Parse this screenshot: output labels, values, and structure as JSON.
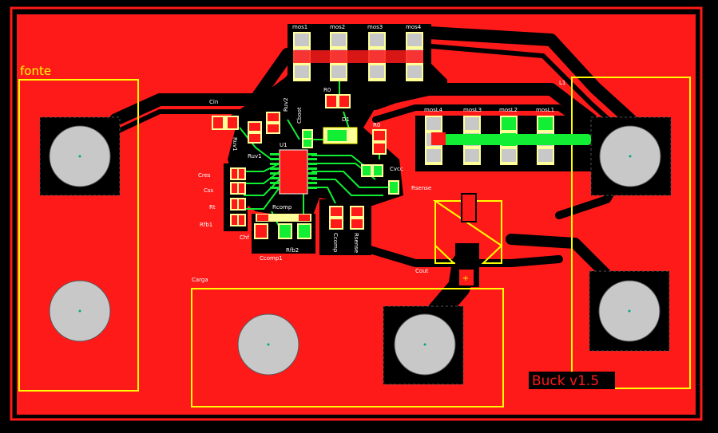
{
  "board": {
    "title": "Buck v1.5",
    "colors": {
      "background": "#000000",
      "copper": "#ff1a1a",
      "silk": "#ffff00",
      "trace_bottom": "#11ee33",
      "pad": "#c8c8c8",
      "via": "#00aa00",
      "label": "#ffffff"
    }
  },
  "labels": {
    "fonte": "fonte",
    "carga": "Carga",
    "l1": "L1",
    "cin": "Cin",
    "ruv2": "Ruv2",
    "cboot": "Cboot",
    "r0_top": "R0",
    "d1": "D1",
    "r0": "R0",
    "ruv1": "Ruv1",
    "ruv1b": "Ruv1",
    "u1": "U1",
    "cres": "Cres",
    "css": "Css",
    "rt": "Rt",
    "rfb1": "Rfb1",
    "rcomp": "Rcomp",
    "chf": "Chf",
    "ccomp1": "Ccomp1",
    "rfb2": "Rfb2",
    "cvcc": "Cvcc",
    "rsense": "Rsense",
    "ccomp": "Ccomp",
    "rsense2": "Rsense",
    "cout": "Cout",
    "mos1": "mos1",
    "mos2": "mos2",
    "mos3": "mos3",
    "mos4": "mos4",
    "mosl4": "mosL4",
    "mosl3": "mosL3",
    "mosl2": "mosL2",
    "mosl1": "mosL1"
  }
}
